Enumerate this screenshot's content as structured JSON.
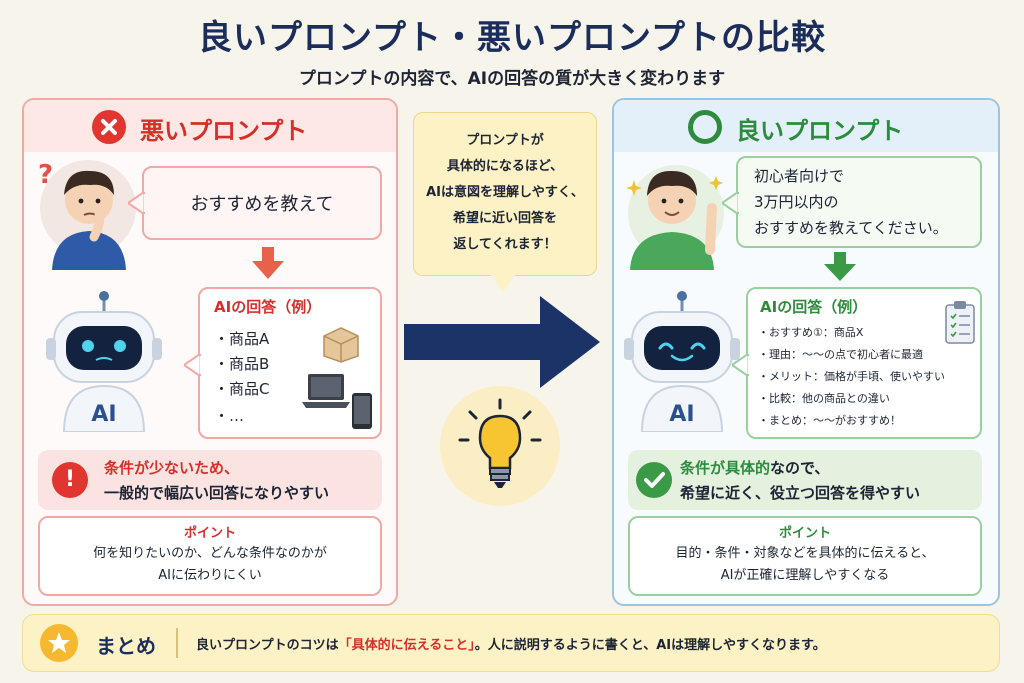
{
  "title": "良いプロンプト・悪いプロンプトの比較",
  "subtitle": "プロンプトの内容で、AIの回答の質が大きく変わります",
  "bad": {
    "heading": "悪いプロンプト",
    "prompt": "おすすめを教えて",
    "answer_title": "AIの回答（例）",
    "answer_items": [
      "・商品A",
      "・商品B",
      "・商品C",
      "・…"
    ],
    "robot_label": "AI",
    "warning_line1": "条件が少ないため、",
    "warning_line2": "一般的で幅広い回答になりやすい",
    "point_title": "ポイント",
    "point_line1": "何を知りたいのか、どんな条件なのかが",
    "point_line2": "AIに伝わりにくい",
    "question_mark": "?"
  },
  "center": {
    "bubble_lines": [
      "プロンプトが",
      "具体的になるほど、",
      "AIは意図を理解しやすく、",
      "希望に近い回答を",
      "返してくれます！"
    ]
  },
  "good": {
    "heading": "良いプロンプト",
    "prompt_lines": [
      "初心者向けで",
      "3万円以内の",
      "おすすめを教えてください。"
    ],
    "answer_title": "AIの回答（例）",
    "answer_items": [
      "・おすすめ①：商品X",
      "・理由：〜〜の点で初心者に最適",
      "・メリット：価格が手頃、使いやすい",
      "・比較：他の商品との違い",
      "・まとめ：〜〜がおすすめ！"
    ],
    "robot_label": "AI",
    "check_line1_a": "条件が具体的",
    "check_line1_b": "なので、",
    "check_line2": "希望に近く、役立つ回答を得やすい",
    "point_title": "ポイント",
    "point_line1": "目的・条件・対象などを具体的に伝えると、",
    "point_line2": "AIが正確に理解しやすくなる"
  },
  "summary": {
    "label": "まとめ",
    "text_a": "良いプロンプトのコツは",
    "text_highlight": "「具体的に伝えること」",
    "text_b": "。人に説明するように書くと、AIは理解しやすくなります。"
  },
  "colors": {
    "bad": "#d62f2a",
    "good": "#2e8b3e",
    "navy": "#1b2d5a",
    "arrow_orange": "#e8624a",
    "arrow_green": "#3a9a45"
  }
}
